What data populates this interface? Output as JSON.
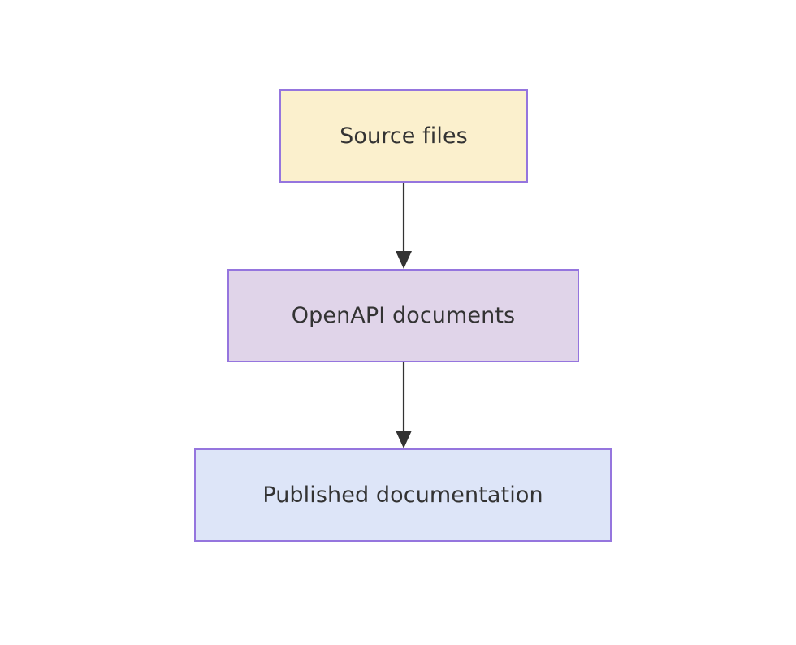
{
  "diagram": {
    "type": "flowchart",
    "direction": "top-to-bottom",
    "background_color": "#ffffff",
    "nodes": [
      {
        "id": "source-files",
        "label": "Source files",
        "fill_color": "#fbf0cd",
        "border_color": "#9575de",
        "text_color": "#333333"
      },
      {
        "id": "openapi-documents",
        "label": "OpenAPI documents",
        "fill_color": "#e0d4e9",
        "border_color": "#9575de",
        "text_color": "#333333"
      },
      {
        "id": "published-documentation",
        "label": "Published documentation",
        "fill_color": "#dde5f8",
        "border_color": "#9575de",
        "text_color": "#333333"
      }
    ],
    "edges": [
      {
        "id": "source-files-to-openapi-documents",
        "from": "source-files",
        "to": "openapi-documents",
        "label": "",
        "color": "#333333",
        "arrowhead": "filled-triangle"
      },
      {
        "id": "openapi-documents-to-published-documentation",
        "from": "openapi-documents",
        "to": "published-documentation",
        "label": "",
        "color": "#333333",
        "arrowhead": "filled-triangle"
      }
    ]
  }
}
